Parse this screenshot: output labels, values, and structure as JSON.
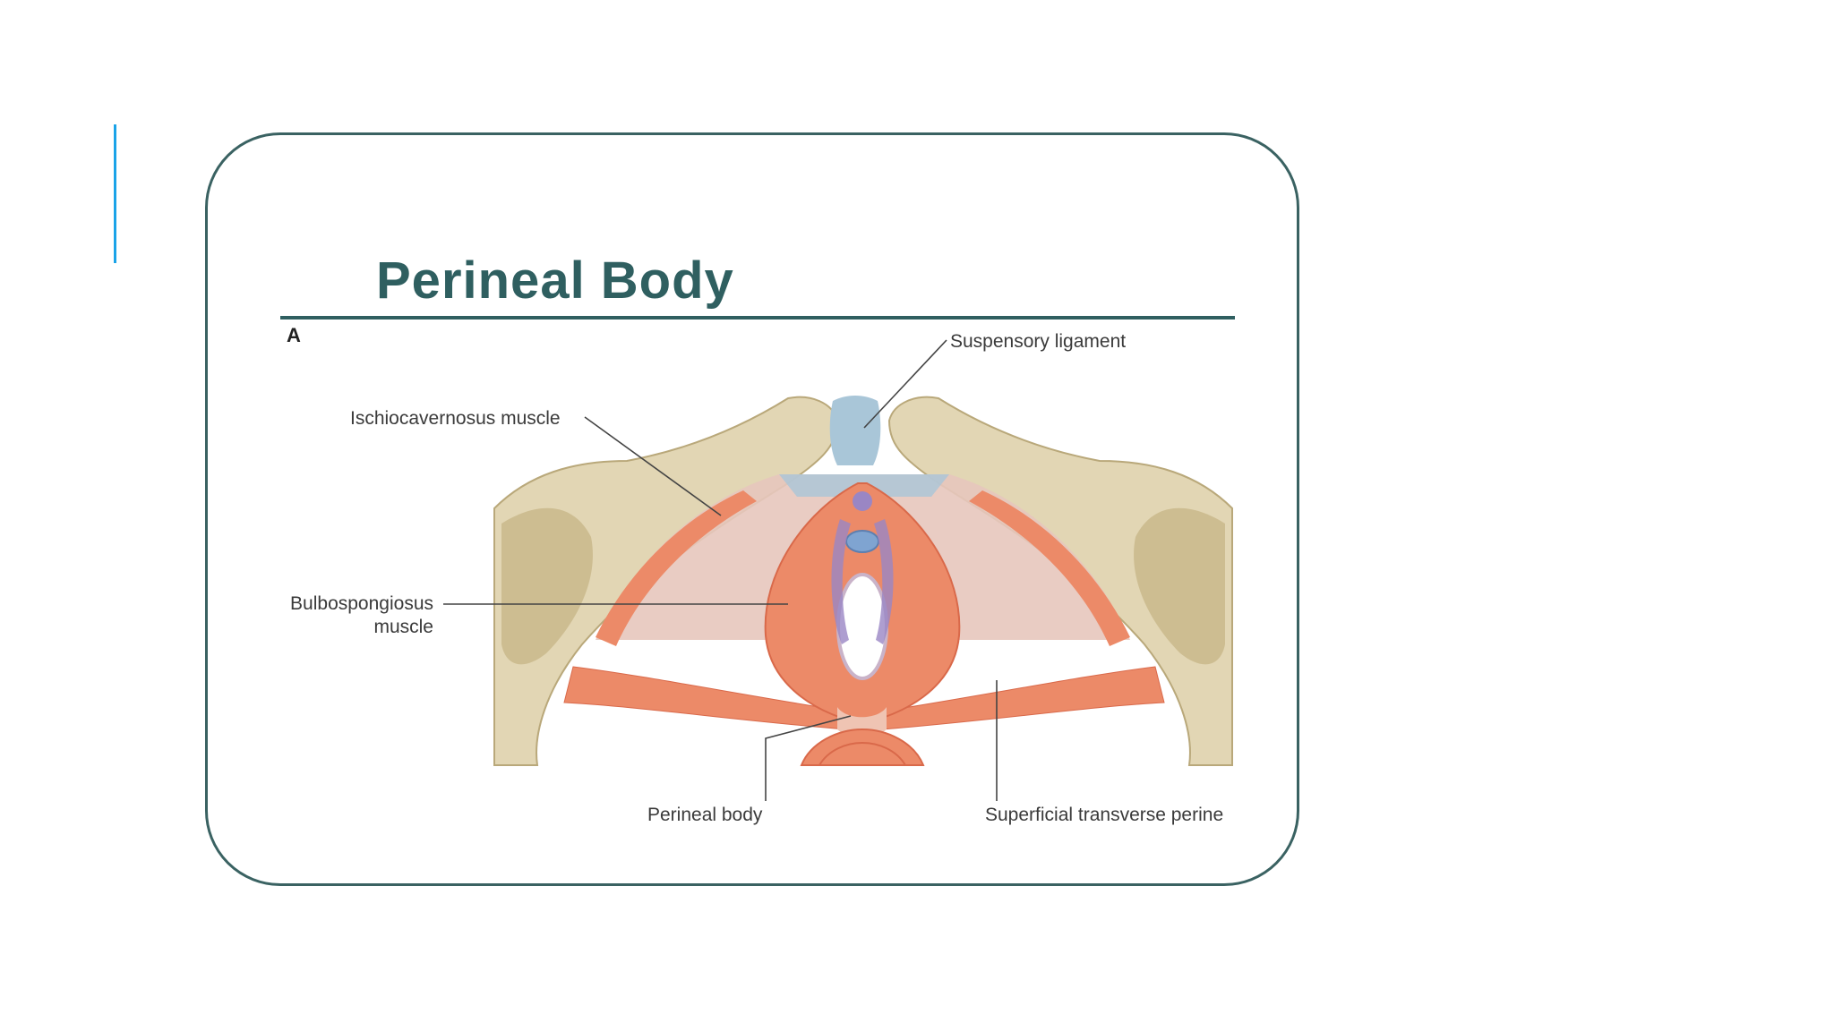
{
  "slide": {
    "title": "Perineal Body",
    "accent_color": "#1aa3e8",
    "frame_color": "#3a6262",
    "title_color": "#2f5f60"
  },
  "figure": {
    "panel_letter": "A",
    "labels": {
      "suspensory": "Suspensory ligament",
      "ischiocavernosus": "Ischiocavernosus muscle",
      "bulbospongiosus_line1": "Bulbospongiosus",
      "bulbospongiosus_line2": "muscle",
      "perineal_body": "Perineal body",
      "superficial_transverse": "Superficial transverse perine"
    },
    "colors": {
      "bone": "#e2d6b4",
      "bone_shadow": "#c8b98e",
      "muscle": "#ec8a68",
      "muscle_dark": "#d9694a",
      "membrane": "#e7c6bc",
      "ligament": "#a9c6d8",
      "vessel": "#9a86c4"
    }
  }
}
